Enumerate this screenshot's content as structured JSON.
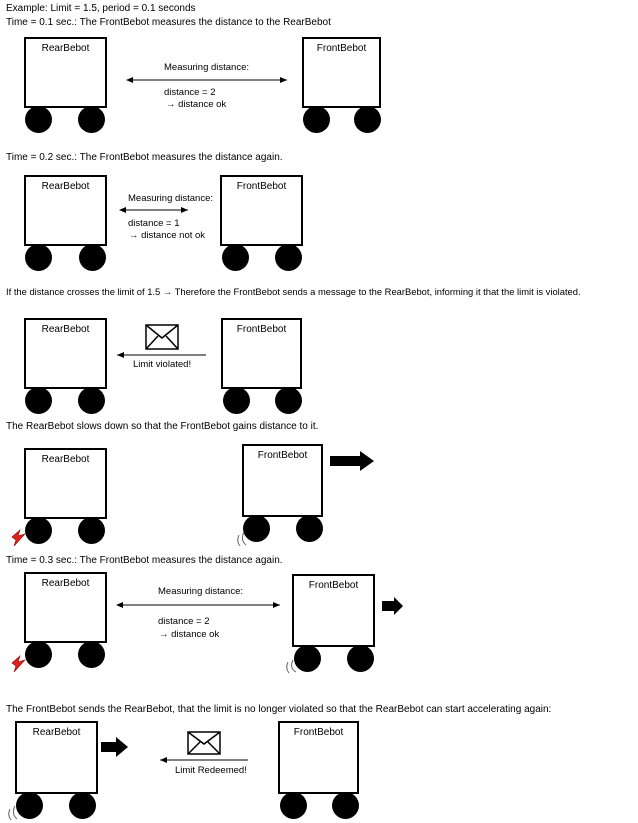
{
  "header": {
    "line1": "Example: Limit = 1.5, period = 0.1 seconds",
    "line2": "Time = 0.1 sec.: The FrontBebot measures the distance to the RearBebot"
  },
  "labels": {
    "rear": "RearBebot",
    "front": "FrontBebot"
  },
  "scene1": {
    "measuring": "Measuring distance:",
    "distance": "distance = 2",
    "status": "→ distance ok"
  },
  "caption2": "Time = 0.2 sec.: The FrontBebot measures the distance again.",
  "scene2": {
    "measuring": "Measuring distance:",
    "distance": "distance = 1",
    "status": "→ distance not ok"
  },
  "caption3": "If the distance crosses the limit of 1.5 → Therefore the FrontBebot sends a message to the RearBebot, informing it that the limit is violated.",
  "scene3": {
    "message": "Limit violated!"
  },
  "caption4": "The RearBebot slows down so that the FrontBebot gains distance to it.",
  "caption5": "Time = 0.3 sec.: The FrontBebot measures the distance again.",
  "scene5": {
    "measuring": "Measuring distance:",
    "distance": "distance = 2",
    "status": "→ distance ok"
  },
  "caption6": "The FrontBebot sends the RearBebot, that the limit is no longer violated so that the RearBebot can start accelerating again:",
  "scene6": {
    "message": "Limit Redeemed!"
  }
}
